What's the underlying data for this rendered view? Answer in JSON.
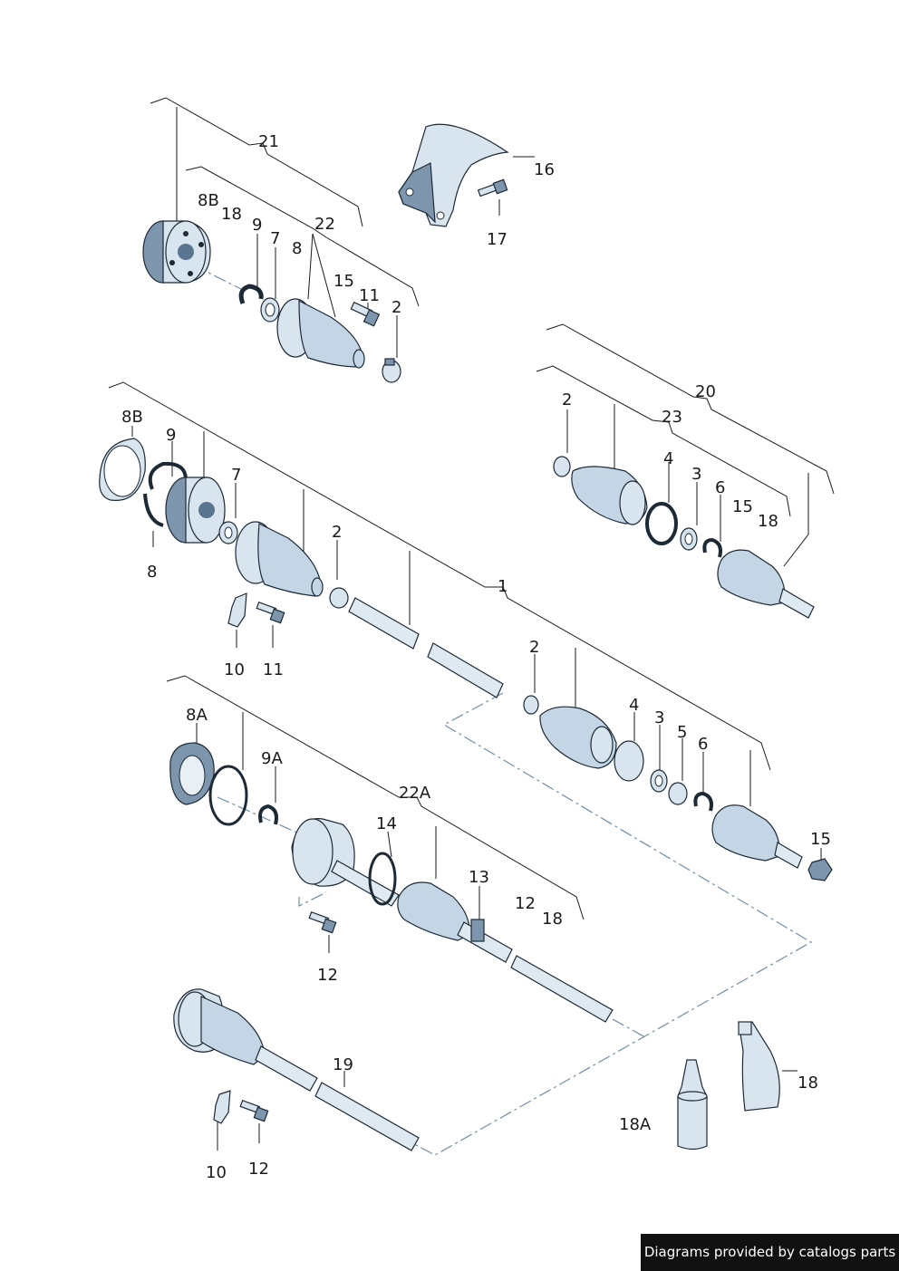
{
  "callouts": {
    "c21": "21",
    "c8B_top": "8B",
    "c18_top": "18",
    "c9_top": "9",
    "c7_top": "7",
    "c8_top": "8",
    "c22": "22",
    "c15_top": "15",
    "c11_top": "11",
    "c2_top": "2",
    "c16": "16",
    "c17": "17",
    "c20": "20",
    "c23": "23",
    "c2_right": "2",
    "c4_right": "4",
    "c3_right": "3",
    "c6_right": "6",
    "c15_right": "15",
    "c18_right": "18",
    "c8B_mid": "8B",
    "c9_mid": "9",
    "c7_mid": "7",
    "c8_mid": "8",
    "c2_mid": "2",
    "c10_mid": "10",
    "c11_mid": "11",
    "c1": "1",
    "c2_low": "2",
    "c4_low": "4",
    "c3_low": "3",
    "c5_low": "5",
    "c6_low": "6",
    "c15_low": "15",
    "c8A": "8A",
    "c9A": "9A",
    "c22A": "22A",
    "c14": "14",
    "c13": "13",
    "c12_a": "12",
    "c18_a": "18",
    "c12_b": "12",
    "c19": "19",
    "c10_bot": "10",
    "c12_bot": "12",
    "c18_tube": "18",
    "c18A": "18A"
  },
  "footer": {
    "text": "Diagrams provided by catalogs parts"
  },
  "colors": {
    "boot": "#c4d6e6",
    "metal": "#d8e5ef",
    "dark": "#7d96ad",
    "outline": "#1d2a36",
    "dashline": "#6f8fa8"
  }
}
